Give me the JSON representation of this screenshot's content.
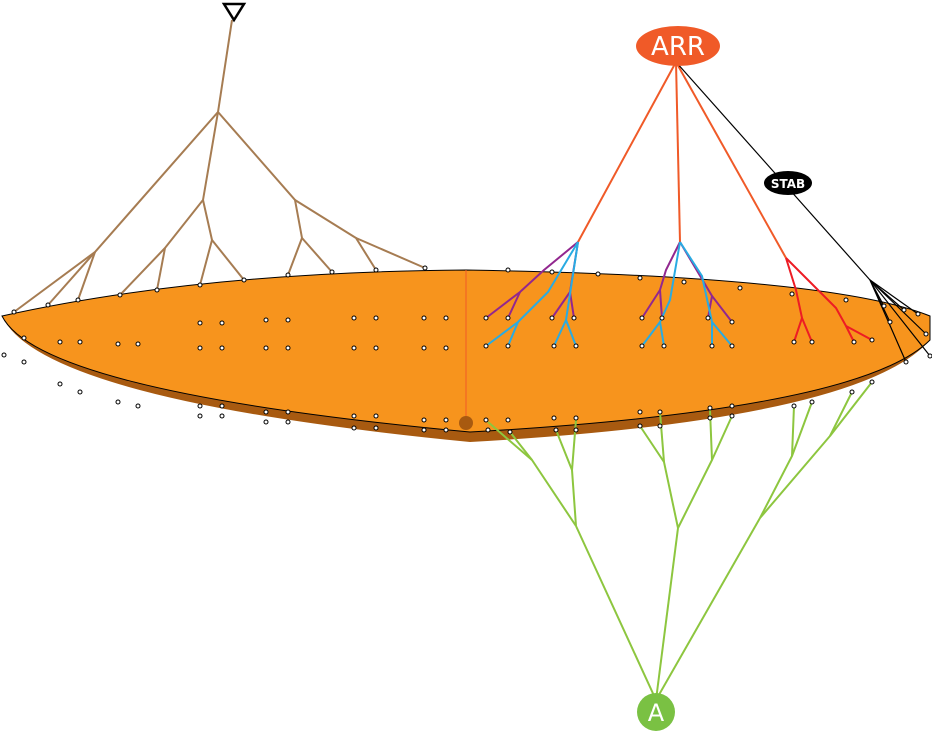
{
  "nodes": {
    "arr": {
      "label": "ARR",
      "color": "#f05a28"
    },
    "stab": {
      "label": "STAB",
      "color": "#000000"
    },
    "a": {
      "label": "A",
      "color": "#7ac143"
    },
    "triangle": {
      "icon": "triangle-down-icon",
      "color": "#000000"
    }
  },
  "colors": {
    "board_top": "#f7941d",
    "board_side": "#a85a10",
    "tan_tree": "#a67c52",
    "orange_tree": "#f05a28",
    "purple_tree": "#92278f",
    "blue_tree": "#29abe2",
    "red_tree": "#ed1c24",
    "green_tree": "#8dc63f",
    "black_tree": "#000000"
  }
}
